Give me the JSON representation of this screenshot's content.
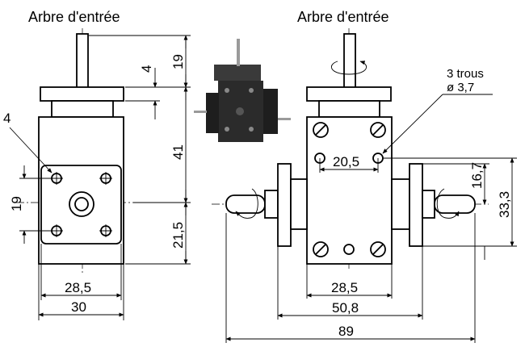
{
  "titles": {
    "left_view": "Arbre d'entrée",
    "right_view": "Arbre d'entrée"
  },
  "left_view": {
    "dim_shaft_length": "19",
    "dim_flange_thickness": "4",
    "dim_body_height": "41",
    "dim_axis_height": "21,5",
    "dim_hole_spacing": "19",
    "dim_inner_width": "28,5",
    "dim_total_width": "30",
    "callout_leader": "4"
  },
  "right_view": {
    "hole_note_line1": "3 trous",
    "hole_note_line2": "ø 3,7",
    "dim_hole_spacing_h": "20,5",
    "dim_half_height": "16,7",
    "dim_flange_height": "33,3",
    "dim_body_width": "28,5",
    "dim_flange_span": "50,8",
    "dim_total_length": "89"
  },
  "colors": {
    "line": "#000000",
    "photo_body": "#2b2b2b"
  },
  "photo": {
    "alt": "product-photo-gearbox"
  }
}
